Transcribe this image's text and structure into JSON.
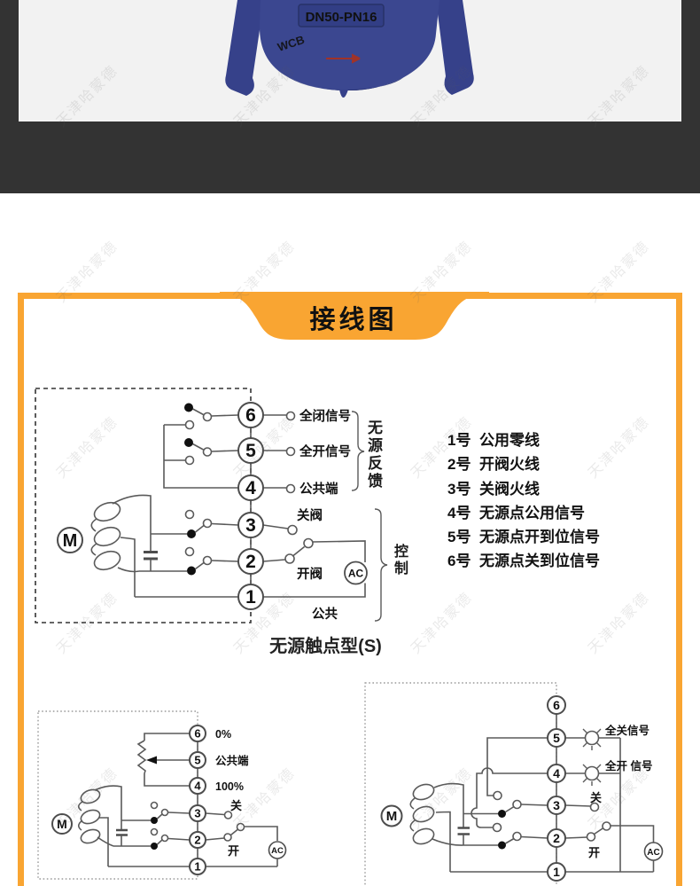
{
  "watermark": {
    "text": "天津哈蒙德"
  },
  "photo": {
    "plate_text": "DN50-PN16",
    "cast_text": "WCB"
  },
  "tab": {
    "title": "接线图"
  },
  "d1": {
    "terminals": [
      "6",
      "5",
      "4",
      "3",
      "2",
      "1"
    ],
    "motor": "M",
    "ac": "AC",
    "t6": "全闭信号",
    "t5": "全开信号",
    "t4": "公共端",
    "t3": "关阀",
    "t2": "开阀",
    "t1": "公共",
    "feedback": "无源反馈",
    "control": "控制",
    "caption": "无源触点型(S)"
  },
  "list": {
    "items": [
      {
        "no": "1号",
        "desc": "公用零线"
      },
      {
        "no": "2号",
        "desc": "开阀火线"
      },
      {
        "no": "3号",
        "desc": "关阀火线"
      },
      {
        "no": "4号",
        "desc": "无源点公用信号"
      },
      {
        "no": "5号",
        "desc": "无源点开到位信号"
      },
      {
        "no": "6号",
        "desc": "无源点关到位信号"
      }
    ]
  },
  "d2": {
    "terminals": [
      "6",
      "5",
      "4",
      "3",
      "2",
      "1"
    ],
    "motor": "M",
    "ac": "AC",
    "t6": "0%",
    "t5": "公共端",
    "t4": "100%",
    "t3": "关",
    "t2": "开"
  },
  "d3": {
    "terminals": [
      "6",
      "5",
      "4",
      "3",
      "2",
      "1"
    ],
    "motor": "M",
    "ac": "AC",
    "t5": "全关信号",
    "t4": "全开 信号",
    "t3": "关",
    "t2": "开"
  }
}
